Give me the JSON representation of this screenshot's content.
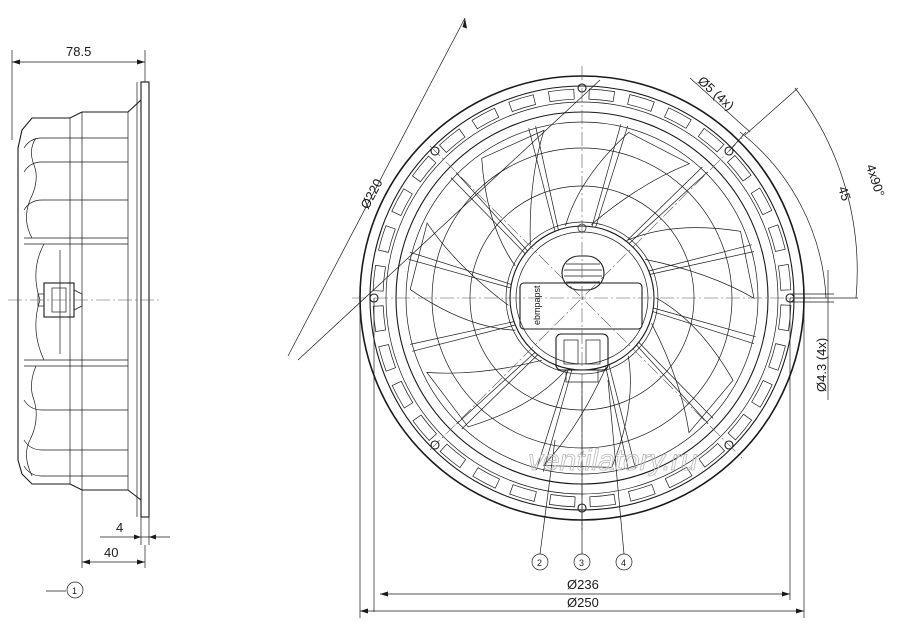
{
  "side_view": {
    "depth_label": "78.5",
    "flange_thickness_label": "4",
    "mount_offset_label": "40",
    "callout_1": "1"
  },
  "front_view": {
    "diameter_inner_label": "Ø220",
    "hole_top_label": "Ø5 (4x)",
    "angle_45_label": "45",
    "angle_4x90_label": "4x90°",
    "hole_side_label": "Ø4.3 (4x)",
    "diameter_236_label": "Ø236",
    "diameter_250_label": "Ø250",
    "callout_2": "2",
    "callout_3": "3",
    "callout_4": "4",
    "brand_label": "ebmpapst"
  },
  "watermark": "ventilatory.ru"
}
